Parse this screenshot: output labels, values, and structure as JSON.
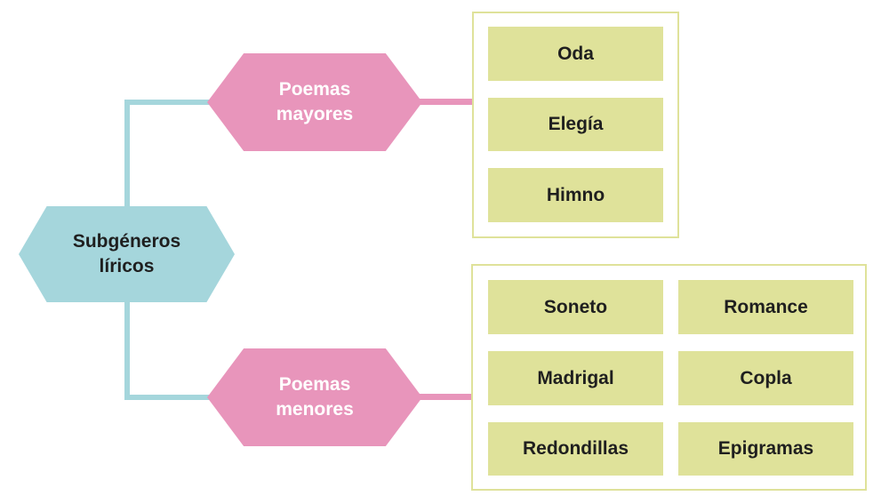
{
  "colors": {
    "root_fill": "#a5d6dc",
    "trunk_line": "#a5d6dc",
    "branch_fill": "#e895bb",
    "branch_line": "#e895bb",
    "group_border": "#dfe29a",
    "item_fill": "#dfe29a"
  },
  "root": {
    "label": "Subgéneros\nlíricos"
  },
  "branches": [
    {
      "label": "Poemas\nmayores",
      "items": [
        "Oda",
        "Elegía",
        "Himno"
      ]
    },
    {
      "label": "Poemas\nmenores",
      "items": [
        "Soneto",
        "Romance",
        "Madrigal",
        "Copla",
        "Redondillas",
        "Epigramas"
      ]
    }
  ]
}
